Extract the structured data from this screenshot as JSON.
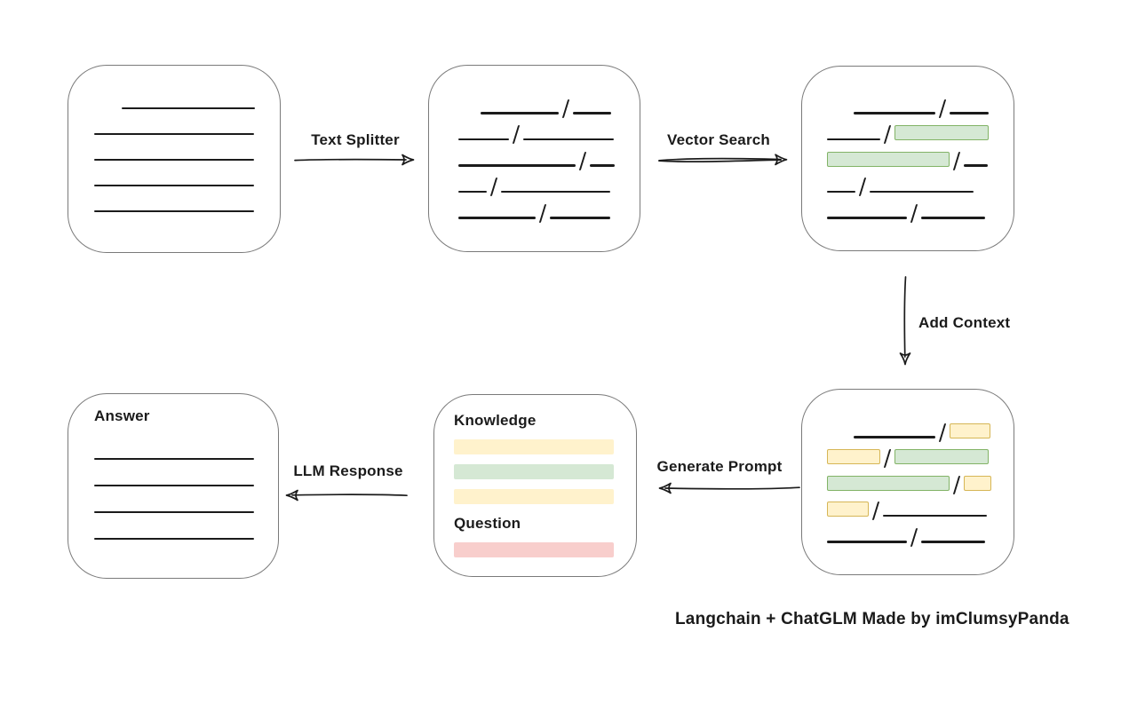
{
  "caption": "Langchain + ChatGLM Made by imClumsyPanda",
  "colors": {
    "ink": "#1b1b1b",
    "node_border": "#7a7a7a",
    "background": "#ffffff",
    "green_fill": "#d5e8d4",
    "green_stroke": "#82b366",
    "yellow_fill": "#fff2cc",
    "yellow_stroke": "#d6b656",
    "red_fill": "#f8cecc",
    "red_stroke": "#b85450"
  },
  "arrows": {
    "text_splitter": {
      "label": "Text Splitter",
      "direction": "right"
    },
    "vector_search": {
      "label": "Vector Search",
      "direction": "right"
    },
    "add_context": {
      "label": "Add Context",
      "direction": "down"
    },
    "generate_prompt": {
      "label": "Generate Prompt",
      "direction": "left"
    },
    "llm_response": {
      "label": "LLM Response",
      "direction": "left"
    }
  },
  "nodes": {
    "document": {
      "rows": [
        {
          "indent": 31,
          "segments": [
            {
              "kind": "line",
              "w": 150
            }
          ]
        },
        {
          "segments": [
            {
              "kind": "line",
              "w": 180
            }
          ]
        },
        {
          "segments": [
            {
              "kind": "line",
              "w": 180
            }
          ]
        },
        {
          "segments": [
            {
              "kind": "line",
              "w": 180
            }
          ]
        },
        {
          "segments": [
            {
              "kind": "line",
              "w": 180
            }
          ]
        }
      ]
    },
    "split_text": {
      "rows": [
        {
          "indent": 25,
          "segments": [
            {
              "kind": "line",
              "w": 88
            },
            {
              "kind": "line",
              "w": 43
            }
          ]
        },
        {
          "segments": [
            {
              "kind": "line",
              "w": 57
            },
            {
              "kind": "line",
              "w": 102
            }
          ]
        },
        {
          "segments": [
            {
              "kind": "line",
              "w": 132
            },
            {
              "kind": "line",
              "w": 28
            }
          ]
        },
        {
          "segments": [
            {
              "kind": "line",
              "w": 32
            },
            {
              "kind": "line",
              "w": 123
            }
          ]
        },
        {
          "segments": [
            {
              "kind": "line",
              "w": 87
            },
            {
              "kind": "line",
              "w": 68
            }
          ]
        }
      ]
    },
    "search_result": {
      "rows": [
        {
          "indent": 30,
          "segments": [
            {
              "kind": "line",
              "w": 92
            },
            {
              "kind": "line",
              "w": 44
            }
          ]
        },
        {
          "segments": [
            {
              "kind": "line",
              "w": 60
            },
            {
              "kind": "green",
              "w": 106
            }
          ]
        },
        {
          "segments": [
            {
              "kind": "green",
              "w": 138
            },
            {
              "kind": "line",
              "w": 27
            }
          ]
        },
        {
          "segments": [
            {
              "kind": "line",
              "w": 32
            },
            {
              "kind": "line",
              "w": 117
            }
          ]
        },
        {
          "segments": [
            {
              "kind": "line",
              "w": 90
            },
            {
              "kind": "line",
              "w": 72
            }
          ]
        }
      ]
    },
    "context": {
      "rows": [
        {
          "indent": 30,
          "segments": [
            {
              "kind": "line",
              "w": 92
            },
            {
              "kind": "yellow",
              "w": 46
            }
          ]
        },
        {
          "segments": [
            {
              "kind": "yellow",
              "w": 60
            },
            {
              "kind": "green",
              "w": 106
            }
          ]
        },
        {
          "segments": [
            {
              "kind": "green",
              "w": 138
            },
            {
              "kind": "yellow",
              "w": 31
            }
          ]
        },
        {
          "segments": [
            {
              "kind": "yellow",
              "w": 47
            },
            {
              "kind": "line",
              "w": 117
            }
          ]
        },
        {
          "segments": [
            {
              "kind": "line",
              "w": 90
            },
            {
              "kind": "line",
              "w": 72
            }
          ]
        }
      ]
    },
    "prompt": {
      "knowledge_label": "Knowledge",
      "question_label": "Question",
      "knowledge_bars": [
        {
          "kind": "yellow",
          "w": 180
        },
        {
          "kind": "green",
          "w": 180
        },
        {
          "kind": "yellow",
          "w": 180
        }
      ],
      "question_bars": [
        {
          "kind": "red",
          "w": 180
        }
      ]
    },
    "answer": {
      "label": "Answer",
      "rows": [
        {
          "segments": [
            {
              "kind": "line",
              "w": 180
            }
          ]
        },
        {
          "segments": [
            {
              "kind": "line",
              "w": 180
            }
          ]
        },
        {
          "segments": [
            {
              "kind": "line",
              "w": 180
            }
          ]
        },
        {
          "segments": [
            {
              "kind": "line",
              "w": 180
            }
          ]
        }
      ]
    }
  }
}
